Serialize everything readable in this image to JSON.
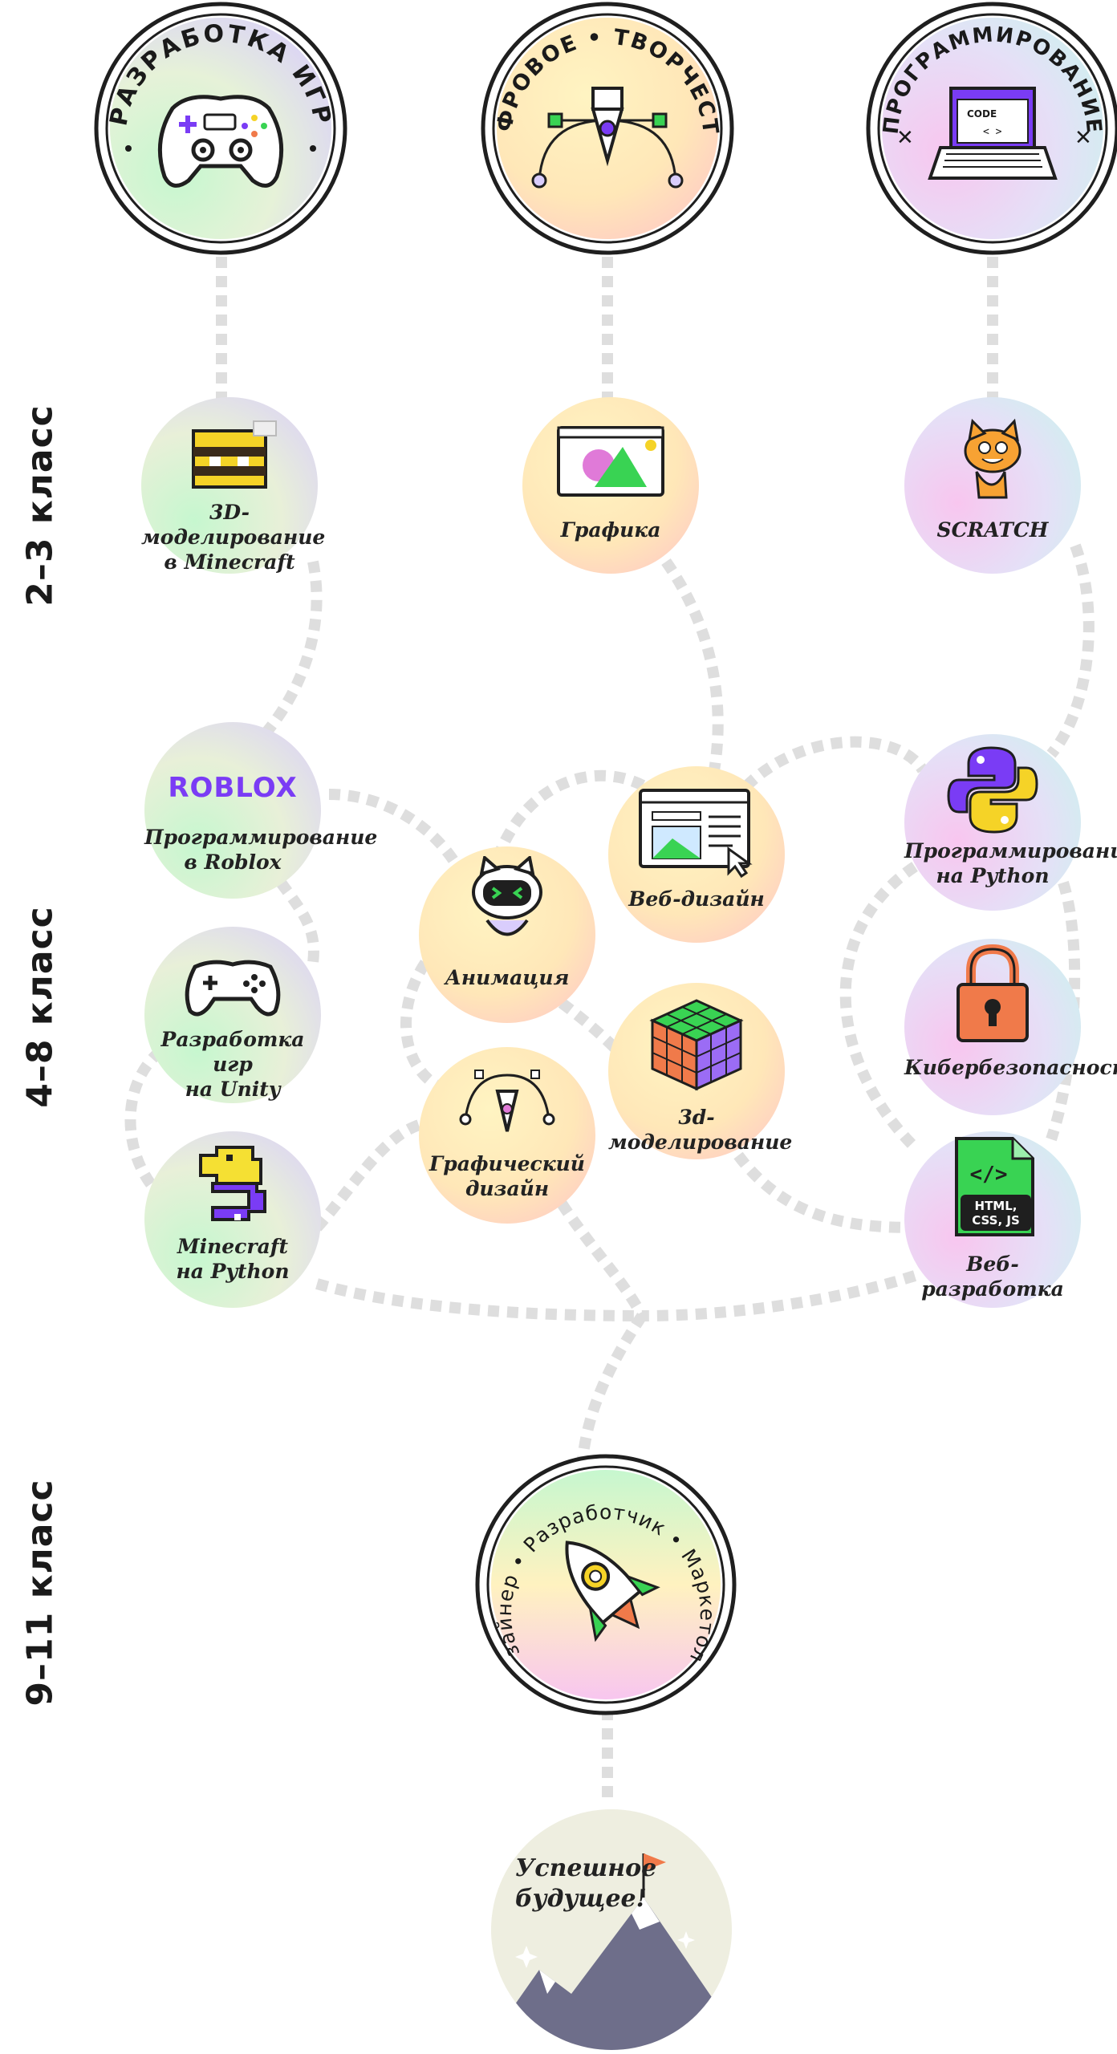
{
  "top_categories": [
    {
      "label": "РАЗРАБОТКА ИГР",
      "icon": "gamepad-icon"
    },
    {
      "label": "ЦИФРОВОЕ • ТВОРЧЕСТВО",
      "icon": "pen-tool-icon"
    },
    {
      "label": "ПРОГРАММИРОВАНИЕ",
      "icon": "laptop-code-icon",
      "screen_text": "CODE"
    }
  ],
  "grades": {
    "g1": "2–3 класс",
    "g2": "4–8 класс",
    "g3": "9–11 класс"
  },
  "courses": {
    "minecraft3d": "3D-моделирование\nв Minecraft",
    "graphics": "Графика",
    "scratch": "SCRATCH",
    "roblox": "Программирование\nв Roblox",
    "roblox_logo": "ROBLOX",
    "unity": "Разработка игр\nна Unity",
    "mcpython": "Minecraft\nна Python",
    "animation": "Анимация",
    "graphic_design": "Графический\nдизайн",
    "web_design": "Веб-дизайн",
    "modeling3d": "3d-моделирование",
    "python": "Программирование\nна Python",
    "cybersec": "Кибербезопасность",
    "webdev": "Веб-разработка",
    "webdev_file_text": "HTML,\nCSS, JS",
    "webdev_code_text": "</>"
  },
  "career": {
    "label": "Дизайнер • Разработчик • Маркетолог",
    "icon": "rocket-icon"
  },
  "goal": {
    "label": "Успешное\nбудущее!",
    "icon": "mountain-flag-icon"
  },
  "colors": {
    "path": "#dedede",
    "ring": "#1f1f1f",
    "purple": "#7a3cf5",
    "green": "#39d353",
    "orange": "#f07a4a",
    "yellow": "#f5d327"
  }
}
